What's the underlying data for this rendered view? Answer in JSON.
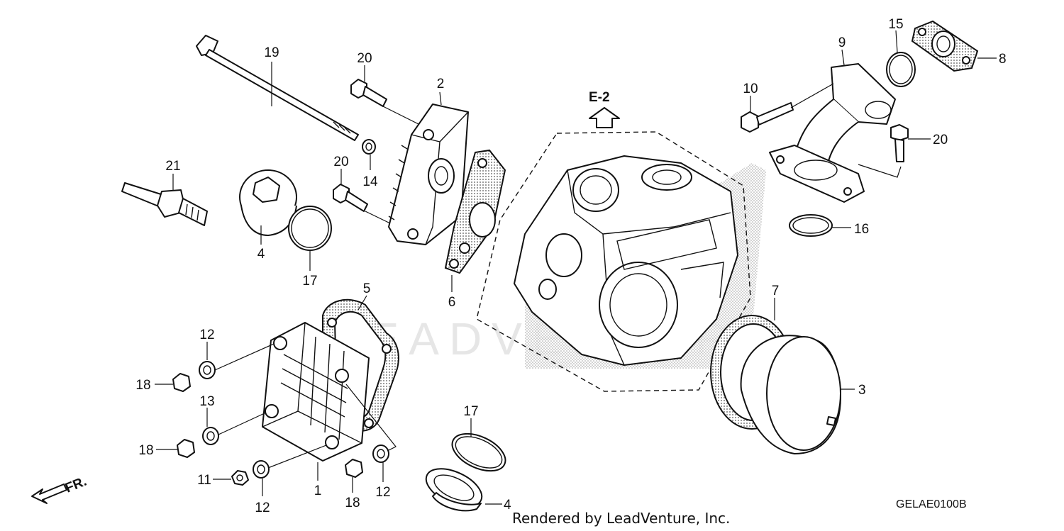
{
  "diagram": {
    "reference": "E-2",
    "diagram_code": "GELAE0100B",
    "credit": "Rendered by LeadVenture, Inc.",
    "watermark": "LEADVENTURE",
    "direction_label": "FR."
  },
  "callouts": {
    "c1": "1",
    "c2": "2",
    "c3": "3",
    "c4a": "4",
    "c4b": "4",
    "c5": "5",
    "c6": "6",
    "c7": "7",
    "c8": "8",
    "c9": "9",
    "c10": "10",
    "c11": "11",
    "c12a": "12",
    "c12b": "12",
    "c12c": "12",
    "c13": "13",
    "c14": "14",
    "c15": "15",
    "c16": "16",
    "c17a": "17",
    "c17b": "17",
    "c18a": "18",
    "c18b": "18",
    "c18c": "18",
    "c19": "19",
    "c20a": "20",
    "c20b": "20",
    "c20c": "20",
    "c21": "21"
  }
}
